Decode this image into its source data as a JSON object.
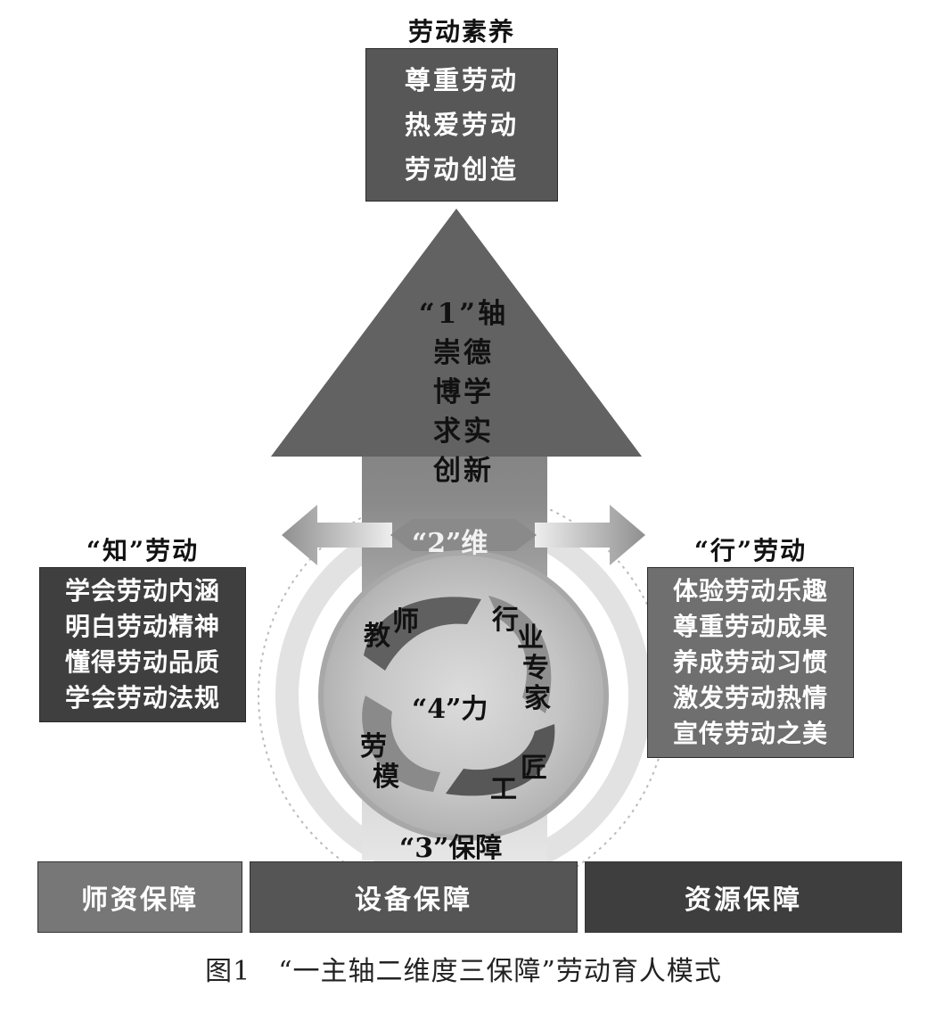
{
  "top": {
    "title": "劳动素养",
    "items": [
      "尊重劳动",
      "热爱劳动",
      "劳动创造"
    ]
  },
  "axis": {
    "title": "“1”轴",
    "items": [
      "崇德",
      "博学",
      "求实",
      "创新"
    ]
  },
  "dimension": {
    "label": "“2”维"
  },
  "left": {
    "title": "“知”劳动",
    "items": [
      "学会劳动内涵",
      "明白劳动精神",
      "懂得劳动品质",
      "学会劳动法规"
    ]
  },
  "right": {
    "title": "“行”劳动",
    "items": [
      "体验劳动乐趣",
      "尊重劳动成果",
      "养成劳动习惯",
      "激发劳动热情",
      "宣传劳动之美"
    ]
  },
  "force": {
    "center": "“4”力",
    "teacher": [
      "教",
      "师"
    ],
    "expert": [
      "行",
      "业",
      "专",
      "家"
    ],
    "model": [
      "劳",
      "模"
    ],
    "craftsman": [
      "工",
      "匠"
    ]
  },
  "guarantee": {
    "label": "“3”保障",
    "bars": [
      "师资保障",
      "设备保障",
      "资源保障"
    ]
  },
  "colors": {
    "arrow": "#666666",
    "top_box": "#575757",
    "left_box": "#3f3f3f",
    "right_box": "#6f6f6f",
    "bar_left": "#777777",
    "bar_mid": "#555555",
    "bar_right": "#3e3e3e"
  },
  "caption": "图1　“一主轴二维度三保障”劳动育人模式"
}
